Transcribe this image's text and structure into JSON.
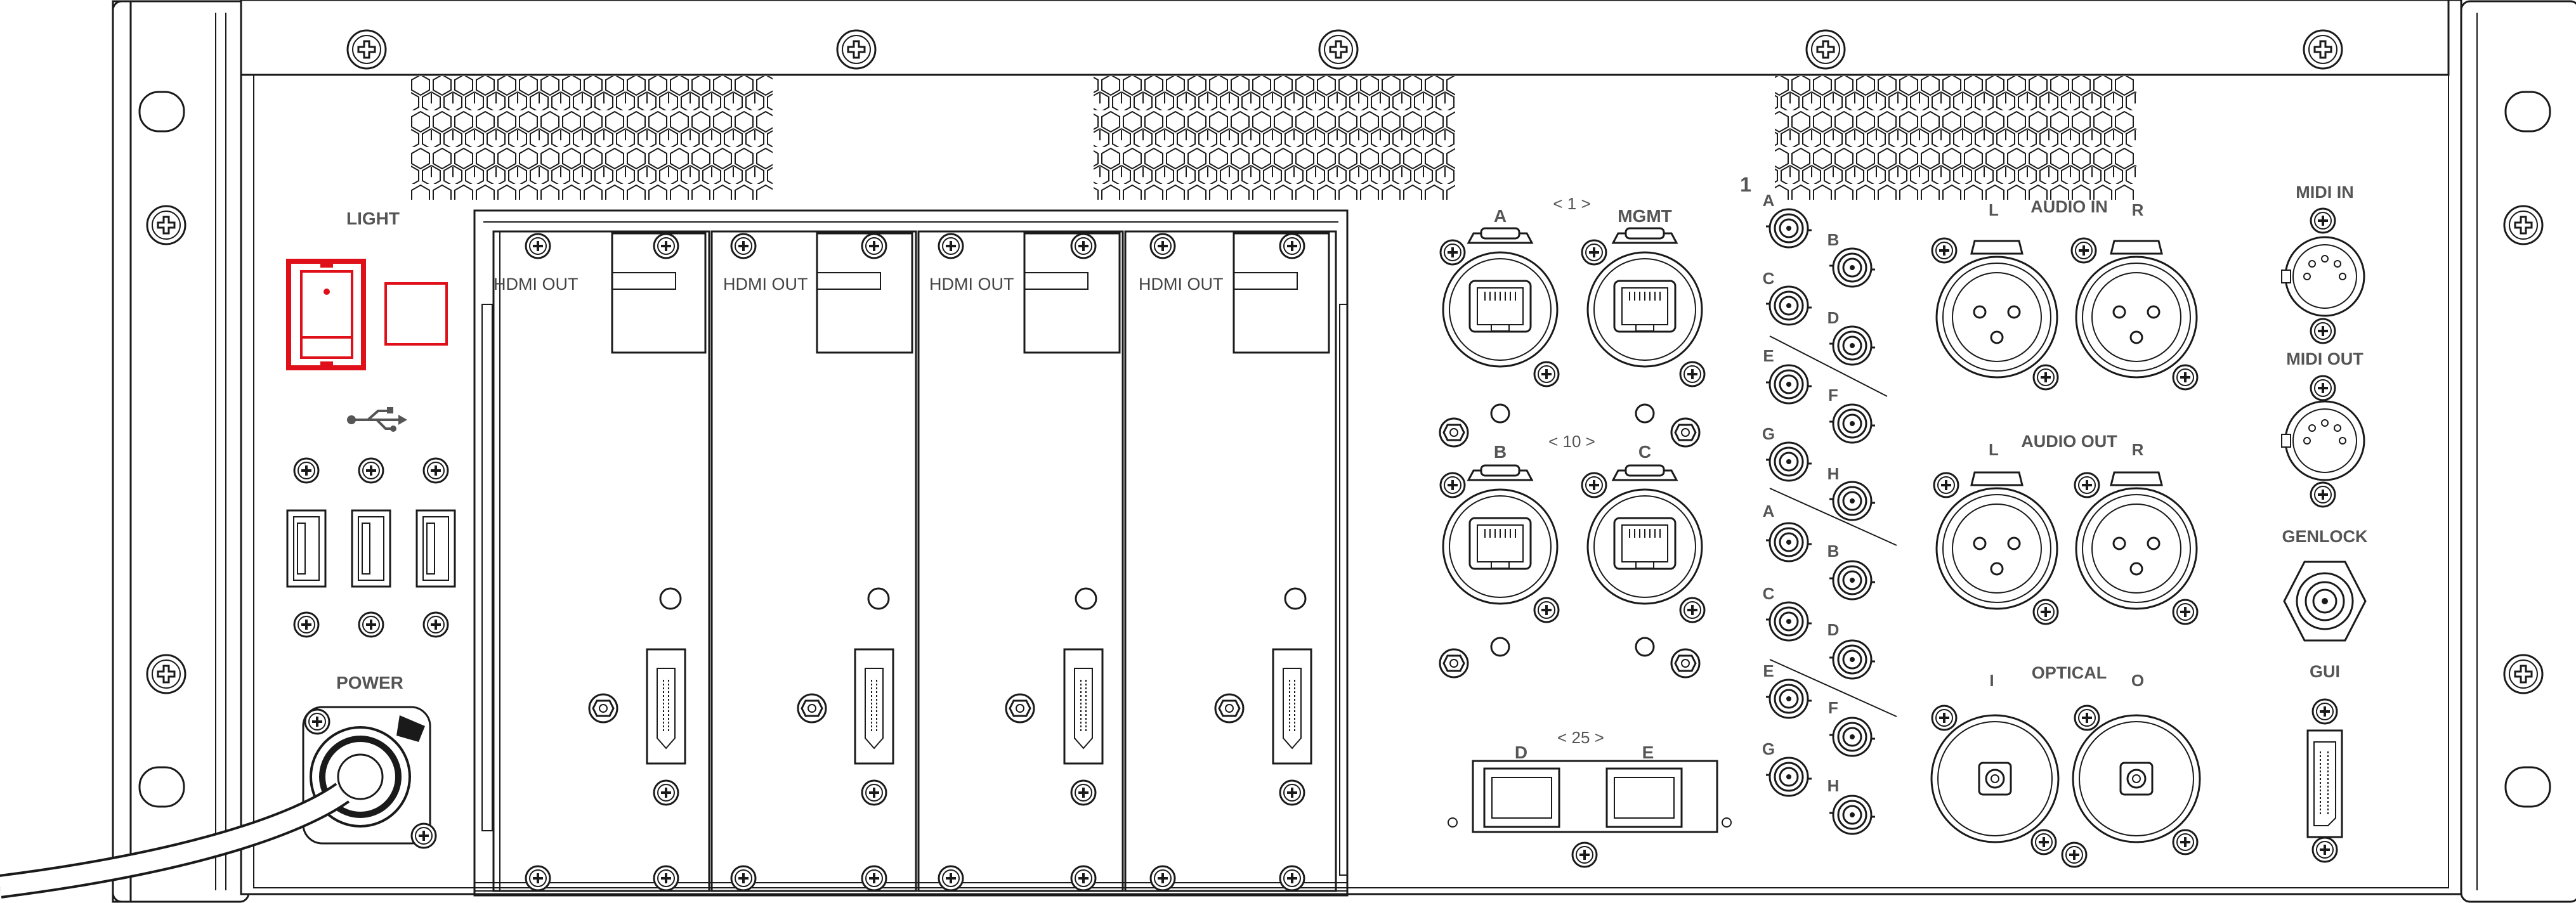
{
  "panel": {
    "light_label": "LIGHT",
    "power_label": "POWER",
    "cards": [
      {
        "label": "HDMI OUT"
      },
      {
        "label": "HDMI OUT"
      },
      {
        "label": "HDMI OUT"
      },
      {
        "label": "HDMI OUT"
      }
    ],
    "network": {
      "port_a": "A",
      "port_b": "B",
      "port_c": "C",
      "port_d": "D",
      "port_e": "E",
      "mgmt": "MGMT",
      "speed_1": "< 1 >",
      "speed_10": "< 10 >",
      "speed_25": "< 25 >"
    },
    "bnc": {
      "group_number": "1",
      "left_labels": [
        "A",
        "C",
        "E",
        "G",
        "A",
        "C",
        "E",
        "G"
      ],
      "right_labels": [
        "B",
        "D",
        "F",
        "H",
        "B",
        "D",
        "F",
        "H"
      ]
    },
    "audio_in": {
      "label": "AUDIO IN",
      "left": "L",
      "right": "R"
    },
    "audio_out": {
      "label": "AUDIO OUT",
      "left": "L",
      "right": "R"
    },
    "optical": {
      "label": "OPTICAL",
      "in": "I",
      "out": "O"
    },
    "midi_in": "MIDI IN",
    "midi_out": "MIDI OUT",
    "genlock": "GENLOCK",
    "gui": "GUI",
    "accent_color": "#e0101a"
  }
}
